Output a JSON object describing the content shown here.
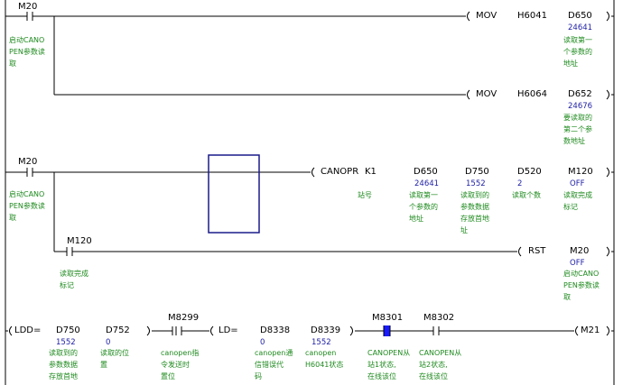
{
  "rung1": {
    "contact": {
      "device": "M20",
      "comment": "启动CANO\nPEN参数读\n取"
    },
    "mov1": {
      "op": "MOV",
      "src": "H6041",
      "dst": "D650",
      "value": "24641",
      "comment": "读取第一\n个参数的\n地址"
    },
    "mov2": {
      "op": "MOV",
      "src": "H6064",
      "dst": "D652",
      "value": "24676",
      "comment": "要读取的\n第二个参\n数地址"
    }
  },
  "rung2": {
    "contact": {
      "device": "M20",
      "comment": "启动CANO\nPEN参数读\n取"
    },
    "canopr": {
      "op": "CANOPR",
      "k": "K1",
      "k_comment": "站号",
      "p1": {
        "device": "D650",
        "value": "24641",
        "comment": "读取第一\n个参数的\n地址"
      },
      "p2": {
        "device": "D750",
        "value": "1552",
        "comment": "读取到的\n参数数据\n存放首地\n址"
      },
      "p3": {
        "device": "D520",
        "value": "2",
        "comment": "读取个数"
      },
      "p4": {
        "device": "M120",
        "value": "OFF",
        "comment": "读取完成\n标记"
      }
    },
    "branch": {
      "device": "M120",
      "comment": "读取完成\n标记"
    },
    "rst": {
      "op": "RST",
      "device": "M20",
      "value": "OFF",
      "comment": "启动CANO\nPEN参数读\n取"
    }
  },
  "rung3": {
    "ldd": {
      "op": "LDD=",
      "p1": {
        "device": "D750",
        "value": "1552",
        "comment": "读取到的\n参数数据\n存放首地"
      },
      "p2": {
        "device": "D752",
        "value": "0",
        "comment": "读取的位\n置"
      }
    },
    "m8299": {
      "device": "M8299",
      "comment": "canopen指\n令发送时\n置位"
    },
    "ld": {
      "op": "LD=",
      "p1": {
        "device": "D8338",
        "value": "0",
        "comment": "canopen通\n信错误代\n码"
      },
      "p2": {
        "device": "D8339",
        "value": "1552",
        "comment": "canopen\nH6041状态"
      }
    },
    "m8301": {
      "device": "M8301",
      "comment": "CANOPEN从\n站1状态,\n在线该位"
    },
    "m8302": {
      "device": "M8302",
      "comment": "CANOPEN从\n站2状态,\n在线该位"
    },
    "coil": {
      "device": "M21"
    }
  },
  "colors": {
    "wire": "#000000",
    "device_value": "#1d1da6",
    "comment": "#1f8a1f",
    "highlight": "#1a1aff",
    "cursor_box": "#1a1a8a"
  }
}
